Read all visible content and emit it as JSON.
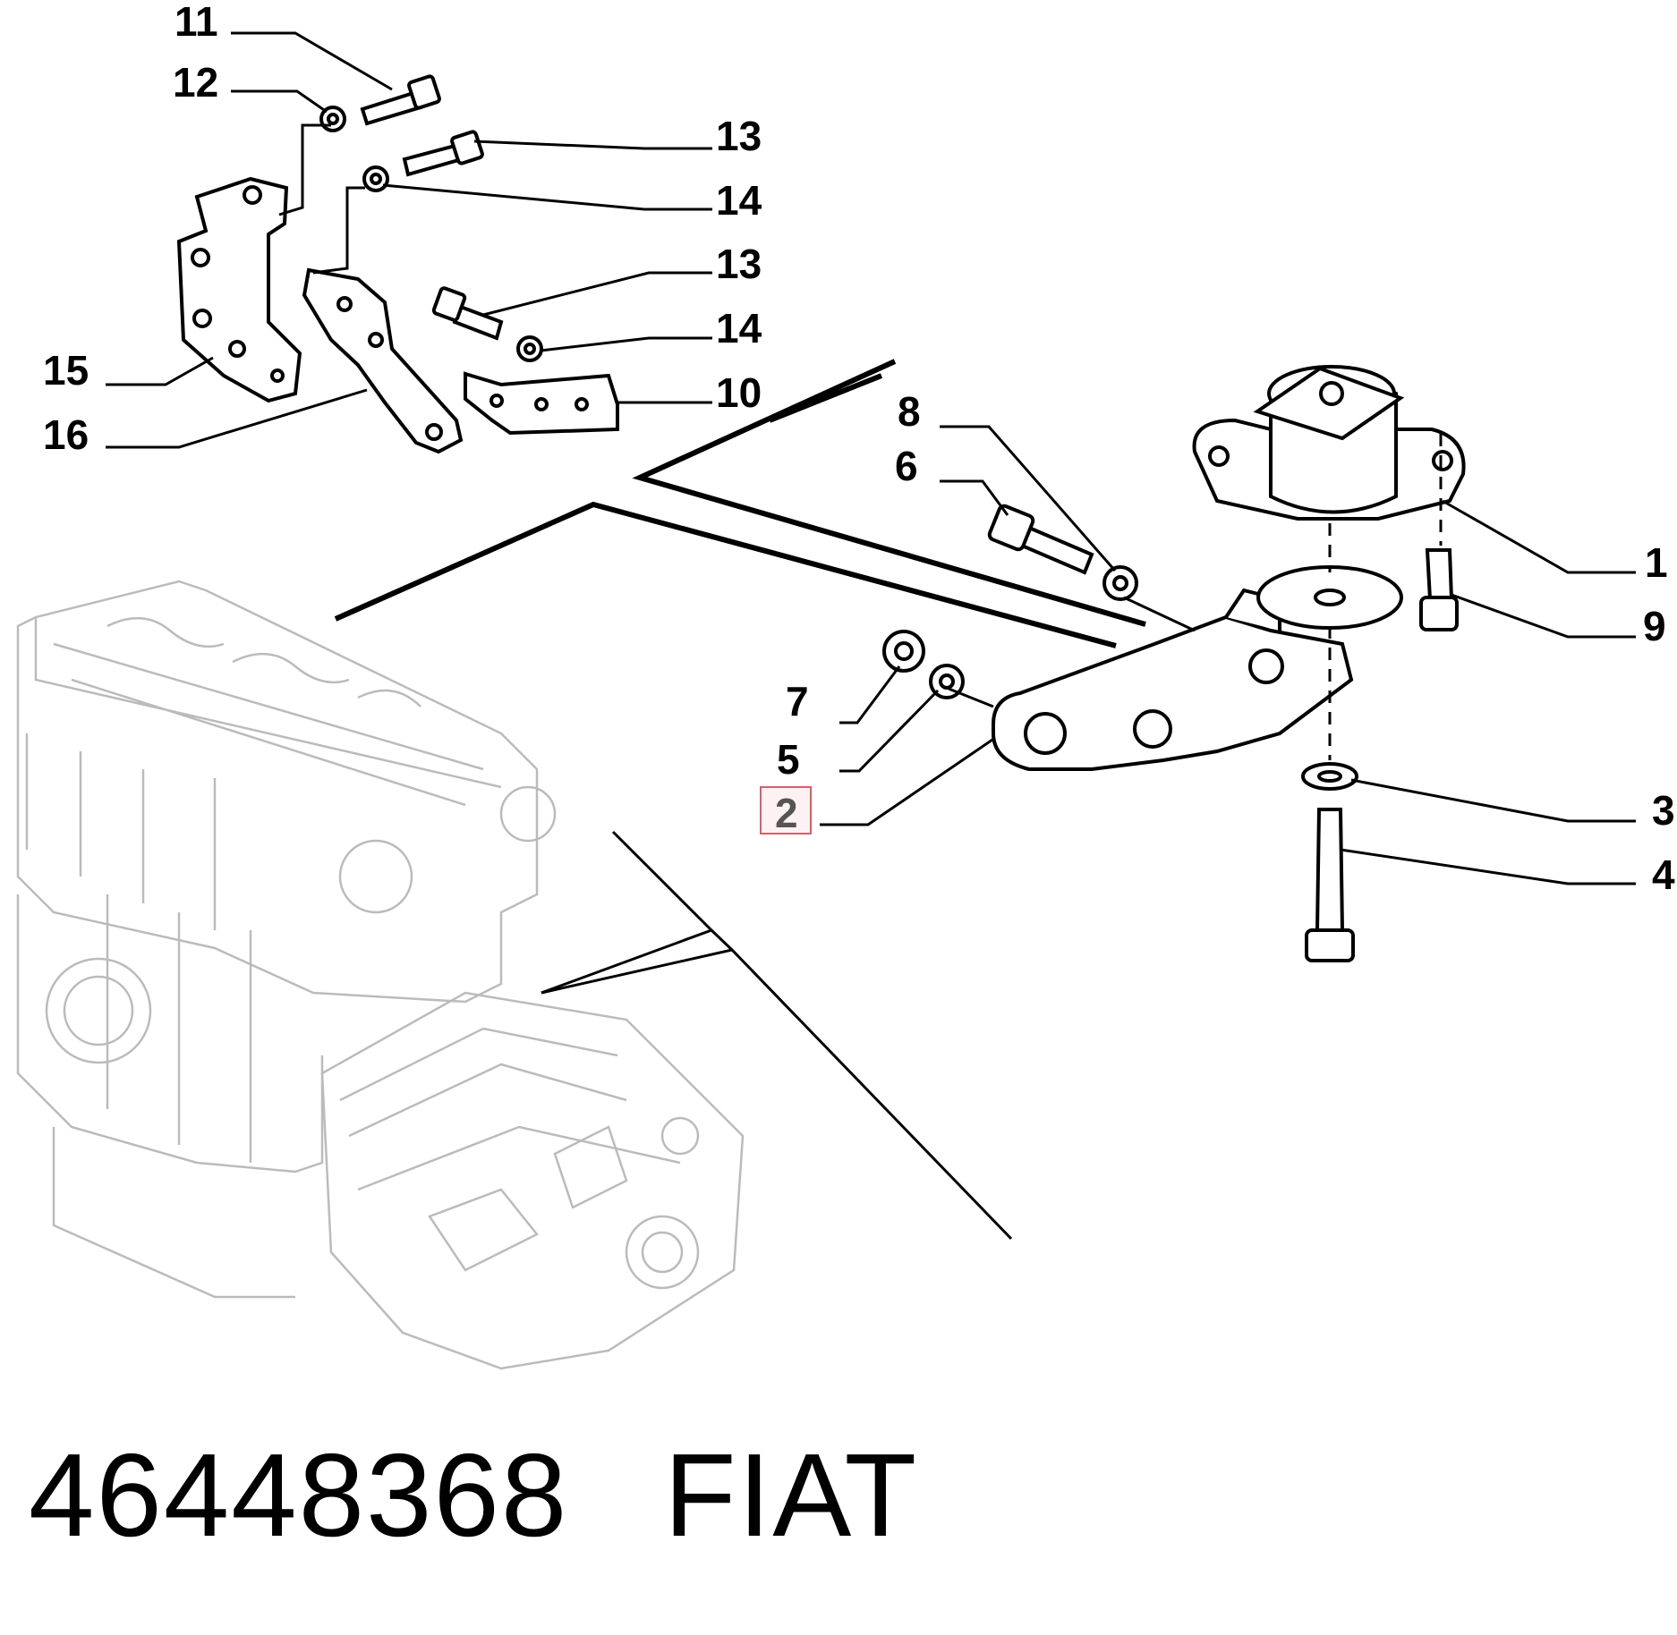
{
  "callouts": [
    {
      "id": "11",
      "label": "11"
    },
    {
      "id": "12",
      "label": "12"
    },
    {
      "id": "13a",
      "label": "13"
    },
    {
      "id": "14a",
      "label": "14"
    },
    {
      "id": "13b",
      "label": "13"
    },
    {
      "id": "14b",
      "label": "14"
    },
    {
      "id": "10",
      "label": "10"
    },
    {
      "id": "15",
      "label": "15"
    },
    {
      "id": "16",
      "label": "16"
    },
    {
      "id": "8",
      "label": "8"
    },
    {
      "id": "6",
      "label": "6"
    },
    {
      "id": "1",
      "label": "1"
    },
    {
      "id": "9",
      "label": "9"
    },
    {
      "id": "7",
      "label": "7"
    },
    {
      "id": "5",
      "label": "5"
    },
    {
      "id": "2",
      "label": "2",
      "highlighted": true
    },
    {
      "id": "3",
      "label": "3"
    },
    {
      "id": "4",
      "label": "4"
    }
  ],
  "highlight_color": "#e05a6a",
  "footer": {
    "part_number": "46448368",
    "brand": "FIAT"
  }
}
